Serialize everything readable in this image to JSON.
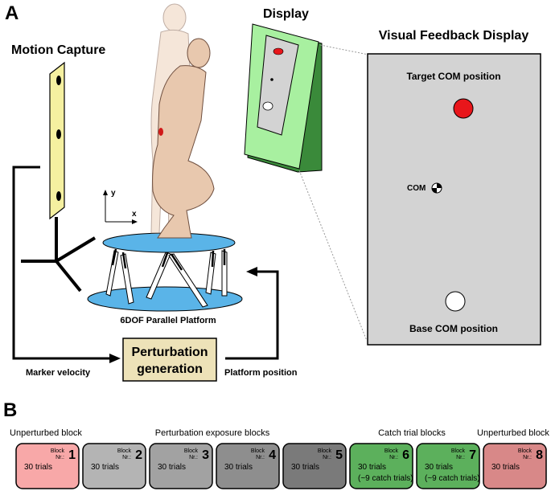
{
  "panel_a": {
    "letter": "A",
    "motion_capture": "Motion Capture",
    "display": "Display",
    "visual_feedback_title": "Visual Feedback Display",
    "target_label": "Target COM position",
    "com_label": "COM",
    "base_label": "Base COM position",
    "axis_y": "y",
    "axis_x": "x",
    "platform_label": "6DOF Parallel Platform",
    "perturbation_line1": "Perturbation",
    "perturbation_line2": "generation",
    "marker_velocity": "Marker velocity",
    "platform_position": "Platform position",
    "colors": {
      "display_frame": "#a8f0a0",
      "target": "#e8161b",
      "platform": "#5ab4e8",
      "mocap_pole": "#f5f0a0",
      "box": "#ede2b8",
      "screen": "#d3d3d3"
    }
  },
  "panel_b": {
    "letter": "B",
    "group_labels": {
      "unperturbed_1": "Unperturbed block",
      "exposure": "Perturbation exposure blocks",
      "catch": "Catch trial blocks",
      "unperturbed_2": "Unperturbed block"
    },
    "block_prefix_1": "Block",
    "block_prefix_2": "Nr.:",
    "blocks": [
      {
        "nr": "1",
        "trials": "30 trials",
        "catch": "",
        "color": "#f8a8a8"
      },
      {
        "nr": "2",
        "trials": "30 trials",
        "catch": "",
        "color": "#b4b4b4"
      },
      {
        "nr": "3",
        "trials": "30 trials",
        "catch": "",
        "color": "#a2a2a2"
      },
      {
        "nr": "4",
        "trials": "30 trials",
        "catch": "",
        "color": "#8e8e8e"
      },
      {
        "nr": "5",
        "trials": "30 trials",
        "catch": "",
        "color": "#7a7a7a"
      },
      {
        "nr": "6",
        "trials": "30 trials",
        "catch": "(~9 catch trials)",
        "color": "#5cb05c"
      },
      {
        "nr": "7",
        "trials": "30 trials",
        "catch": "(~9 catch trials)",
        "color": "#5cb05c"
      },
      {
        "nr": "8",
        "trials": "30 trials",
        "catch": "",
        "color": "#d88888"
      }
    ]
  }
}
